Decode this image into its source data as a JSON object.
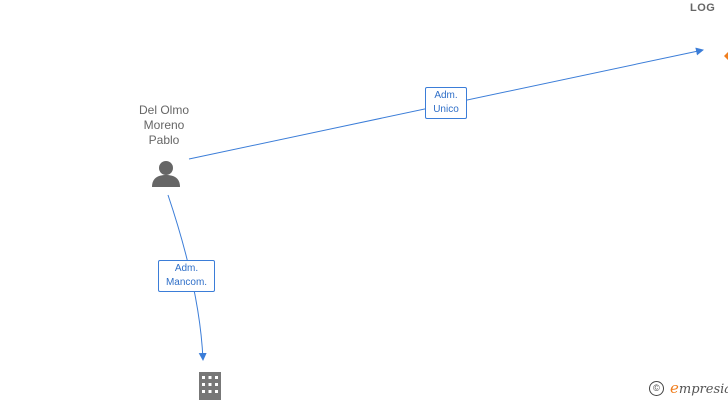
{
  "nodes": {
    "person": {
      "name_lines": [
        "Del Olmo",
        "Moreno",
        "Pablo"
      ]
    },
    "company_top": {
      "label": "LOG"
    }
  },
  "relations": [
    {
      "lines": [
        "Adm.",
        "Unico"
      ]
    },
    {
      "lines": [
        "Adm.",
        "Mancom."
      ]
    }
  ],
  "footer": {
    "copyright_symbol": "©",
    "brand_initial": "e",
    "brand_rest": "mpresia"
  },
  "colors": {
    "edge": "#3b7dd8",
    "person_icon": "#666666",
    "building_icon": "#777777",
    "brand_accent": "#f07e1e"
  }
}
